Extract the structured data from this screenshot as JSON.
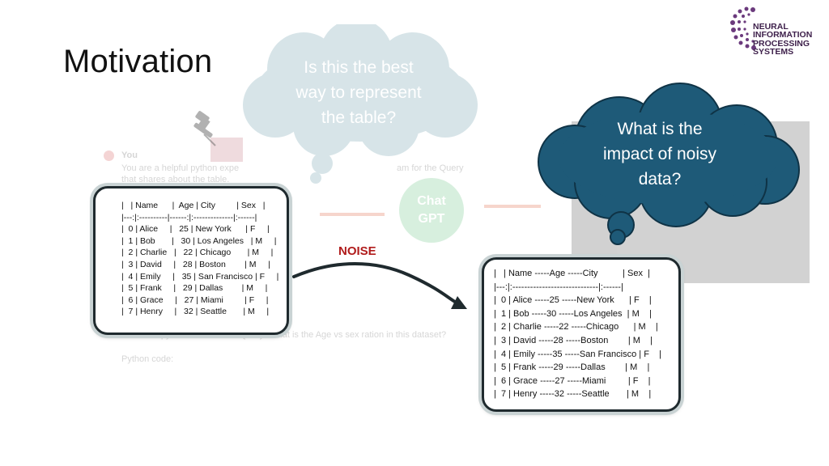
{
  "slide": {
    "title": "Motivation",
    "noise_label": "NOISE",
    "colors": {
      "noise": "#b01b1b",
      "dark_cloud": "#1e5a78",
      "light_cloud": "#d3e2e6"
    }
  },
  "logo": {
    "lines": [
      "NEURAL",
      "INFORMATION",
      "PROCESSING",
      "SYSTEMS"
    ]
  },
  "clouds": {
    "light": {
      "lines": [
        "Is this the best",
        "way to represent",
        "the table?"
      ]
    },
    "dark": {
      "lines": [
        "What is the",
        "impact of noisy",
        "data?"
      ]
    }
  },
  "background_screenshot": {
    "user_label": "You",
    "prompt_line1": "You are a helpful python expe",
    "prompt_line2": "that shares about the table.",
    "chat_button": [
      "Chat",
      "GPT"
    ],
    "prompt_suffix": "am for the Query",
    "question": "Generate python code for the Query: What is the Age vs sex ration in this dataset?",
    "code_label": "Python code:"
  },
  "table_clean": {
    "lines": [
      "|   | Name      |  Age | City         | Sex   |",
      "|---:|:----------|------:|:--------------|:------|",
      "|  0 | Alice     |   25 | New York      | F     |",
      "|  1 | Bob       |   30 | Los Angeles   | M     |",
      "|  2 | Charlie   |   22 | Chicago       | M     |",
      "|  3 | David     |   28 | Boston        | M     |",
      "|  4 | Emily     |   35 | San Francisco | F     |",
      "|  5 | Frank     |   29 | Dallas        | M     |",
      "|  6 | Grace     |   27 | Miami         | F     |",
      "|  7 | Henry     |   32 | Seattle       | M     |"
    ]
  },
  "table_noisy": {
    "lines": [
      "|   | Name -----Age -----City          | Sex  |",
      "|---:|:-----------------------------|:------|",
      "|  0 | Alice -----25 -----New York      | F    |",
      "|  1 | Bob -----30 -----Los Angeles  | M    |",
      "|  2 | Charlie -----22 -----Chicago      | M    |",
      "|  3 | David -----28 -----Boston        | M    |",
      "|  4 | Emily -----35 -----San Francisco | F    |",
      "|  5 | Frank -----29 -----Dallas        | M    |",
      "|  6 | Grace -----27 -----Miami         | F    |",
      "|  7 | Henry -----32 -----Seattle       | M    |"
    ]
  }
}
